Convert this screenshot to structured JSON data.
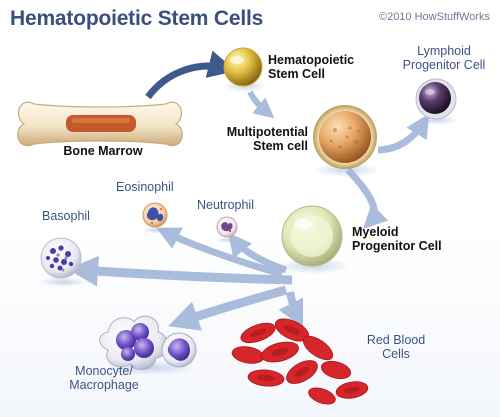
{
  "title": "Hematopoietic Stem Cells",
  "copyright": "©2010 HowStuffWorks",
  "labels": {
    "bone_marrow": "Bone Marrow",
    "hsc_line1": "Hematopoietic",
    "hsc_line2": "Stem Cell",
    "mpsc_line1": "Multipotential",
    "mpsc_line2": "Stem cell",
    "lymphoid_line1": "Lymphoid",
    "lymphoid_line2": "Progenitor Cell",
    "myeloid_line1": "Myeloid",
    "myeloid_line2": "Progenitor Cell",
    "eosinophil": "Eosinophil",
    "neutrophil": "Neutrophil",
    "basophil": "Basophil",
    "monocyte_line1": "Monocyte/",
    "monocyte_line2": "Macrophage",
    "rbc_line1": "Red Blood",
    "rbc_line2": "Cells"
  },
  "colors": {
    "title": "#3a4f80",
    "arrow_dark": "#3d5a8c",
    "arrow_light": "#a9bcdc",
    "label_blue": "#3b5486",
    "red_cells": "#d7262b"
  }
}
